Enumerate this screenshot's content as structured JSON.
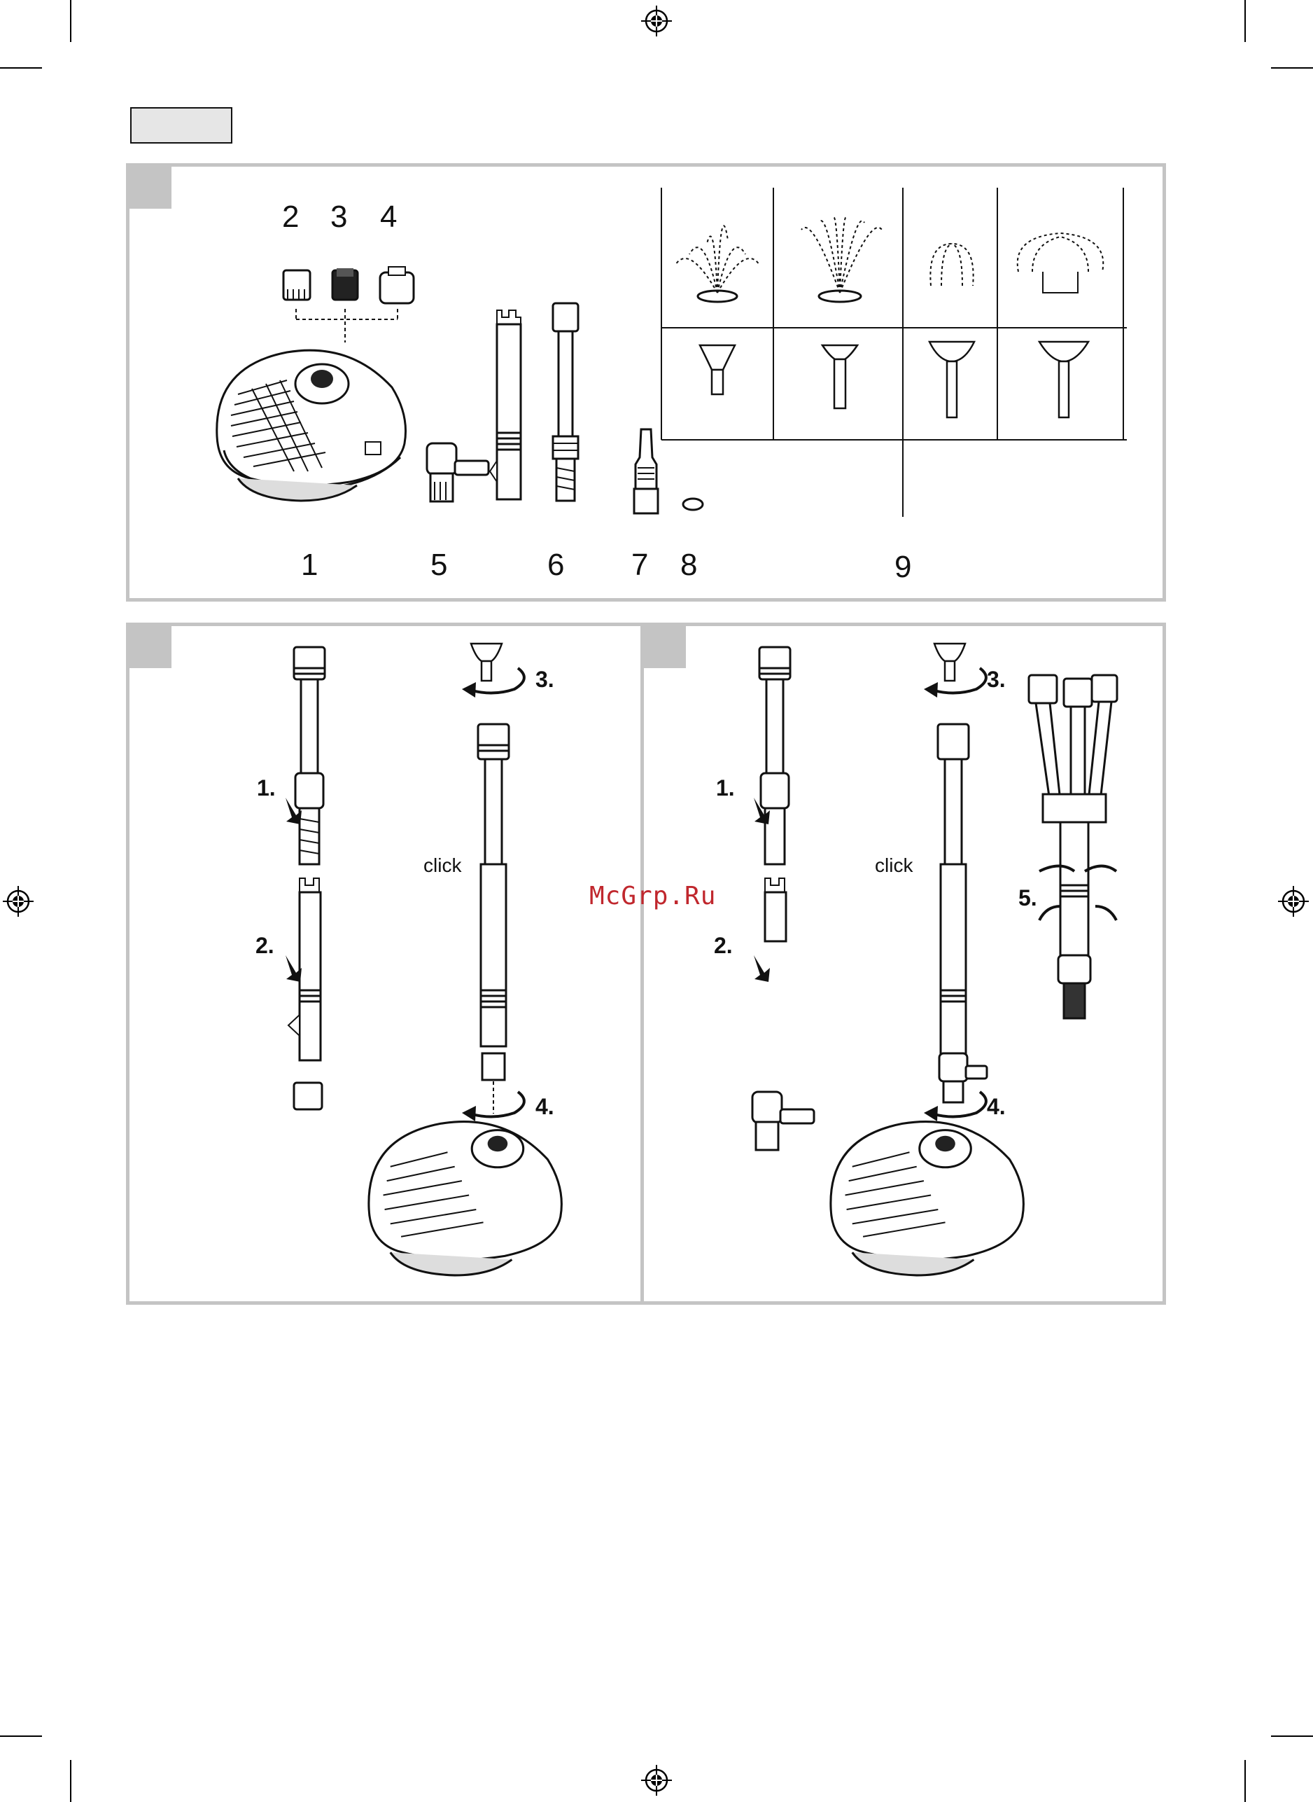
{
  "watermark": "McGrp.Ru",
  "figure_a": {
    "part_numbers": [
      "1",
      "2",
      "3",
      "4",
      "5",
      "6",
      "7",
      "8",
      "9"
    ]
  },
  "figure_b": {
    "steps": [
      "1.",
      "2.",
      "3.",
      "4."
    ],
    "click": "click"
  },
  "figure_c": {
    "steps": [
      "1.",
      "2.",
      "3.",
      "4.",
      "5."
    ],
    "click": "click"
  },
  "icons": [
    "registration-mark",
    "pump",
    "tube",
    "nozzle",
    "fountain-spray",
    "rotate-arrow"
  ]
}
